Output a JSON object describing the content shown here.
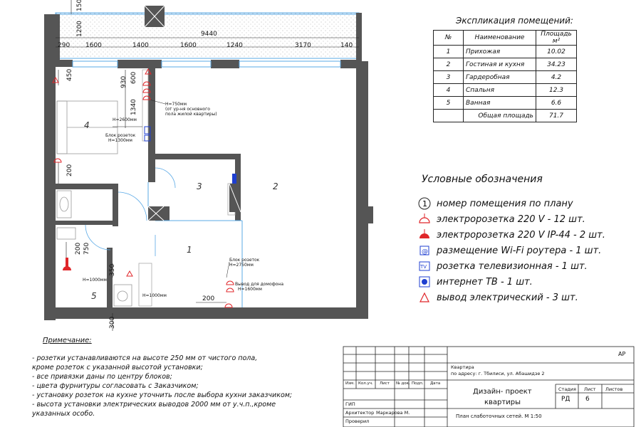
{
  "dimensions": {
    "top_offset": "150",
    "total_width": "9440",
    "top_chain": [
      "290",
      "1600",
      "1400",
      "1600",
      "1240",
      "3170",
      "140"
    ],
    "left_450": "450",
    "d930": "930",
    "d600": "600",
    "d1340": "1340",
    "d200_left": "200",
    "d200_bath": "200",
    "d750": "750",
    "d350": "350",
    "d300": "300",
    "d200_hall": "200",
    "d1200": "1200"
  },
  "rooms": [
    "1",
    "2",
    "3",
    "4",
    "5"
  ],
  "plan_labels": {
    "h750": "H=750мм",
    "h750_note1": "(от ур-ня основного",
    "h750_note2": "пола жилой квартиры)",
    "h2600": "H=2600мм",
    "socket_block_1": "Блок розеток",
    "socket_block_1_h": "H=1300мм",
    "socket_block_2": "Блок розеток",
    "socket_block_2_h": "H=2750мм",
    "intercom": "Вывод для домофона",
    "intercom_h": "H=1600мм",
    "h1000_bath": "H=1000мм",
    "h1000_hall": "H=1000мм"
  },
  "explication": {
    "title": "Экспликация помещений:",
    "headers": [
      "№",
      "Наименование",
      "Площадь м²"
    ],
    "rows": [
      [
        "1",
        "Прихожая",
        "10.02"
      ],
      [
        "2",
        "Гостиная и кухня",
        "34.23"
      ],
      [
        "3",
        "Гардеробная",
        "4.2"
      ],
      [
        "4",
        "Спальня",
        "12.3"
      ],
      [
        "5",
        "Ванная",
        "6.6"
      ]
    ],
    "total_label": "Общая площадь",
    "total_value": "71.7"
  },
  "legend": {
    "title": "Условные обозначения",
    "items": [
      {
        "icon": "room-number-icon",
        "symbol": "1",
        "text": "номер помещения по плану"
      },
      {
        "icon": "socket-icon",
        "text": "электророзетка 220 V - 12 шт."
      },
      {
        "icon": "socket-ip44-icon",
        "text": "электророзетка 220 V IP-44 - 2 шт."
      },
      {
        "icon": "wifi-router-icon",
        "symbol": "@",
        "text": "размещение Wi-Fi роутера - 1 шт."
      },
      {
        "icon": "tv-socket-icon",
        "symbol": "TV",
        "text": "розетка телевизионная - 1 шт."
      },
      {
        "icon": "internet-tv-icon",
        "text": "интернет ТВ - 1 шт."
      },
      {
        "icon": "electric-outlet-triangle-icon",
        "text": "вывод электрический - 3 шт."
      }
    ]
  },
  "notes": {
    "title": "Примечание:",
    "lines": [
      "- розетки устанавливаются на высоте 250 мм от чистого пола,",
      "  кроме розеток с указанной высотой установки;",
      "- все привязки даны по центру блоков;",
      "- цвета фурнитуры согласовать с Заказчиком;",
      "- установку розеток на кухне уточнить после выбора кухни заказчиком;",
      "- высота установки электрических выводов 2000 мм от у.ч.п.,кроме",
      "  указанных особо."
    ]
  },
  "title_block": {
    "code": "АР",
    "object_line1": "Квартира",
    "object_line2": "по адресу: г. Тбилиси, ул. Абашидзе 2",
    "cols": [
      "Изм.",
      "Кол.уч.",
      "Лист",
      "№ док.",
      "Подп.",
      "Дата"
    ],
    "project_line1": "Дизайн- проект",
    "project_line2": "квартиры",
    "sheet_title": "План слаботочных сетей. М 1:50",
    "stage_label": "Стадия",
    "sheet_label": "Лист",
    "sheets_label": "Листов",
    "stage_value": "РД",
    "sheet_value": "6",
    "role_gip": "ГИП",
    "role_architect": "Архитектор",
    "architect_name": "Маркарова М.",
    "role_checked": "Проверил"
  },
  "colors": {
    "wall": "#555555",
    "socket_red": "#e0262a",
    "blue": "#1f3fd0",
    "window_blue": "#5aa9e6"
  }
}
